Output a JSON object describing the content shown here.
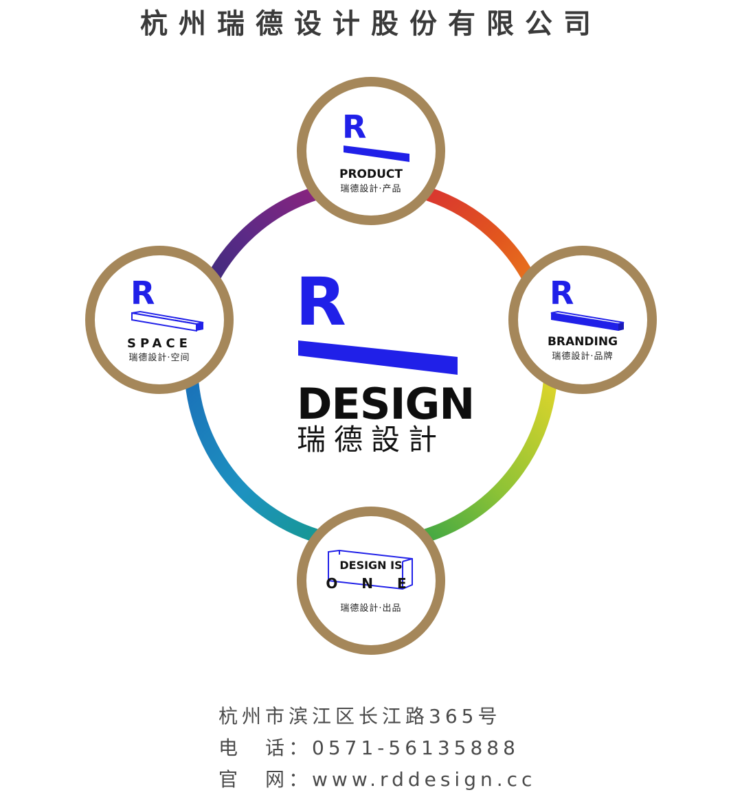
{
  "company_name": "杭州瑞德设计股份有限公司",
  "logo": {
    "letter": "R",
    "word": "DESIGN",
    "chinese": "瑞德設計"
  },
  "nodes": {
    "product": {
      "en": "PRODUCT",
      "cn": "瑞德設計·产品"
    },
    "branding": {
      "en": "BRANDING",
      "cn": "瑞德設計·品牌"
    },
    "space": {
      "en": "SPACE",
      "cn": "瑞德設計·空间"
    },
    "design_one": {
      "en_line1": "DESIGN IS",
      "en_line2": "O N E",
      "cn": "瑞德設計·出品"
    }
  },
  "footer": {
    "address": "杭州市滨江区长江路365号",
    "phone_label": "电　话：",
    "phone": "0571-56135888",
    "web_label": "官　网：",
    "website": "www.rddesign.cc"
  },
  "colors": {
    "brand_blue": "#2020e8",
    "gold_ring": "#a5875a",
    "text_dark": "#111111"
  }
}
